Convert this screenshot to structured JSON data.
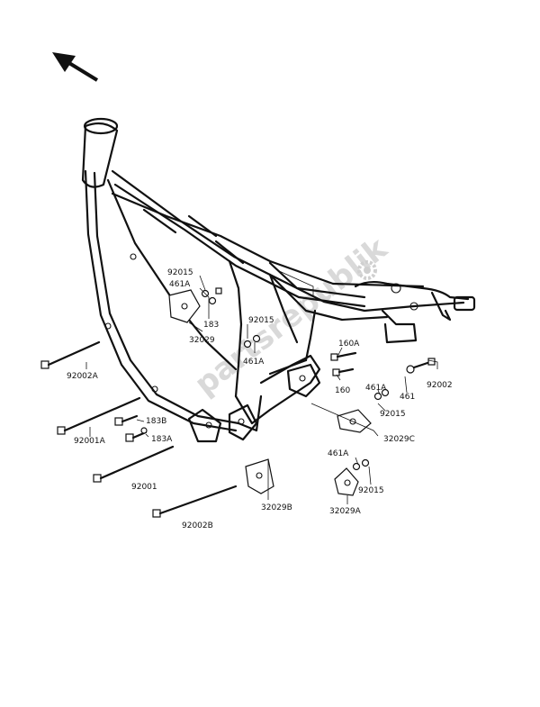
{
  "watermark": "partsrepublik",
  "labels": {
    "p92015_top": "92015",
    "p461a_top": "461A",
    "p183": "183",
    "p32029": "32029",
    "p92015_mid": "92015",
    "p461a_mid": "461A",
    "p92002a": "92002A",
    "p160a": "160A",
    "p160": "160",
    "p461a_right": "461A",
    "p92015_right": "92015",
    "p461": "461",
    "p92002": "92002",
    "p183b": "183B",
    "p183a": "183A",
    "p92001a": "92001A",
    "p32029c": "32029C",
    "p92001": "92001",
    "p461a_low": "461A",
    "p92015_low": "92015",
    "p32029b": "32029B",
    "p32029a": "32029A",
    "p92002b": "92002B"
  },
  "colors": {
    "ink": "#111111",
    "paper": "#ffffff",
    "watermark": "#d9d9d9"
  },
  "icons": [
    "direction-arrow-icon",
    "gear-watermark-icon"
  ]
}
